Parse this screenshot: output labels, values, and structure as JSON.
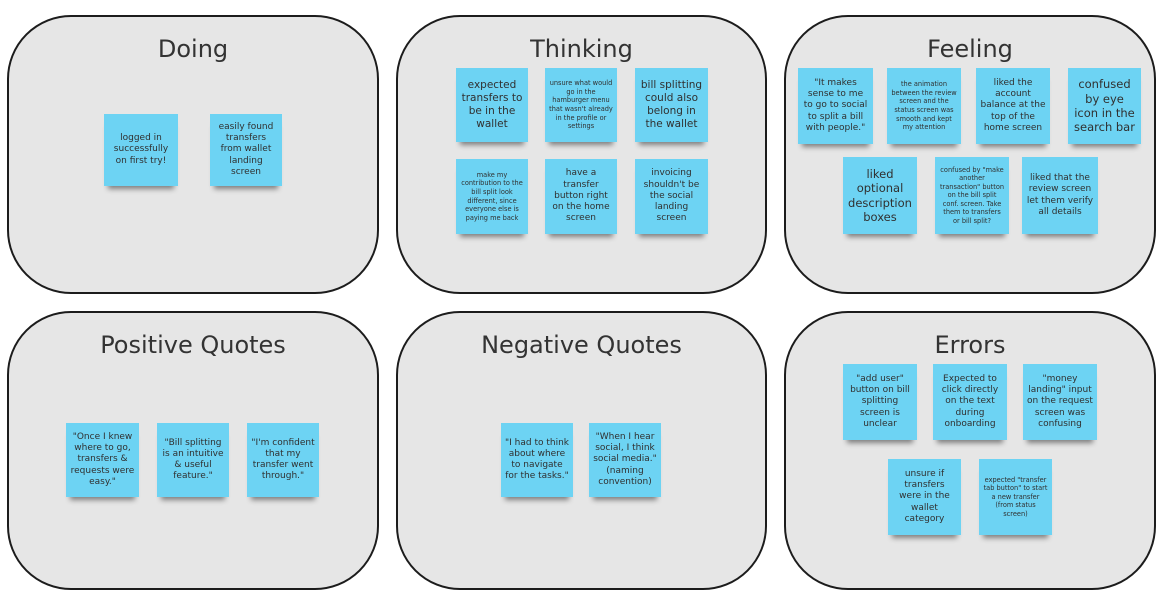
{
  "panels": {
    "doing": {
      "title": "Doing",
      "notes": [
        "logged in successfully on first try!",
        "easily found transfers from wallet landing screen"
      ]
    },
    "thinking": {
      "title": "Thinking",
      "notes": [
        "expected transfers to be in the wallet",
        "unsure what would go in the hamburger menu that wasn't already in the profile or settings",
        "bill splitting could also belong in the wallet",
        "make my contribution to the bill split look different, since everyone else is paying me back",
        "have a transfer button right on the home screen",
        "invoicing shouldn't be the social landing screen"
      ]
    },
    "feeling": {
      "title": "Feeling",
      "notes": [
        "\"It makes sense to me to go to social to split a bill with people.\"",
        "the animation between the review screen and the status screen was smooth and kept my attention",
        "liked the account balance at the top of the home screen",
        "confused by eye icon in the search bar",
        "liked optional description boxes",
        "confused by \"make another transaction\" button on the bill split conf. screen. Take them to transfers or bill split?",
        "liked that the review screen let them verify all details"
      ]
    },
    "positive_quotes": {
      "title": "Positive Quotes",
      "notes": [
        "\"Once I knew where to go, transfers & requests were easy.\"",
        "\"Bill splitting is an intuitive & useful feature.\"",
        "\"I'm confident that my transfer went through.\""
      ]
    },
    "negative_quotes": {
      "title": "Negative Quotes",
      "notes": [
        "\"I had to think about where to navigate for the tasks.\"",
        "\"When I hear social, I think social media.\" (naming convention)"
      ]
    },
    "errors": {
      "title": "Errors",
      "notes": [
        "\"add user\" button on bill splitting screen is unclear",
        "Expected to click directly on the text during onboarding",
        "\"money landing\" input on the request screen was confusing",
        "unsure if transfers were in the wallet category",
        "expected \"transfer tab button\" to start a new transfer (from status screen)"
      ]
    }
  },
  "colors": {
    "panel": "#e6e6e6",
    "panel_border": "#1c1c1c",
    "sticky": "#6dd3f3",
    "text": "#333333"
  }
}
